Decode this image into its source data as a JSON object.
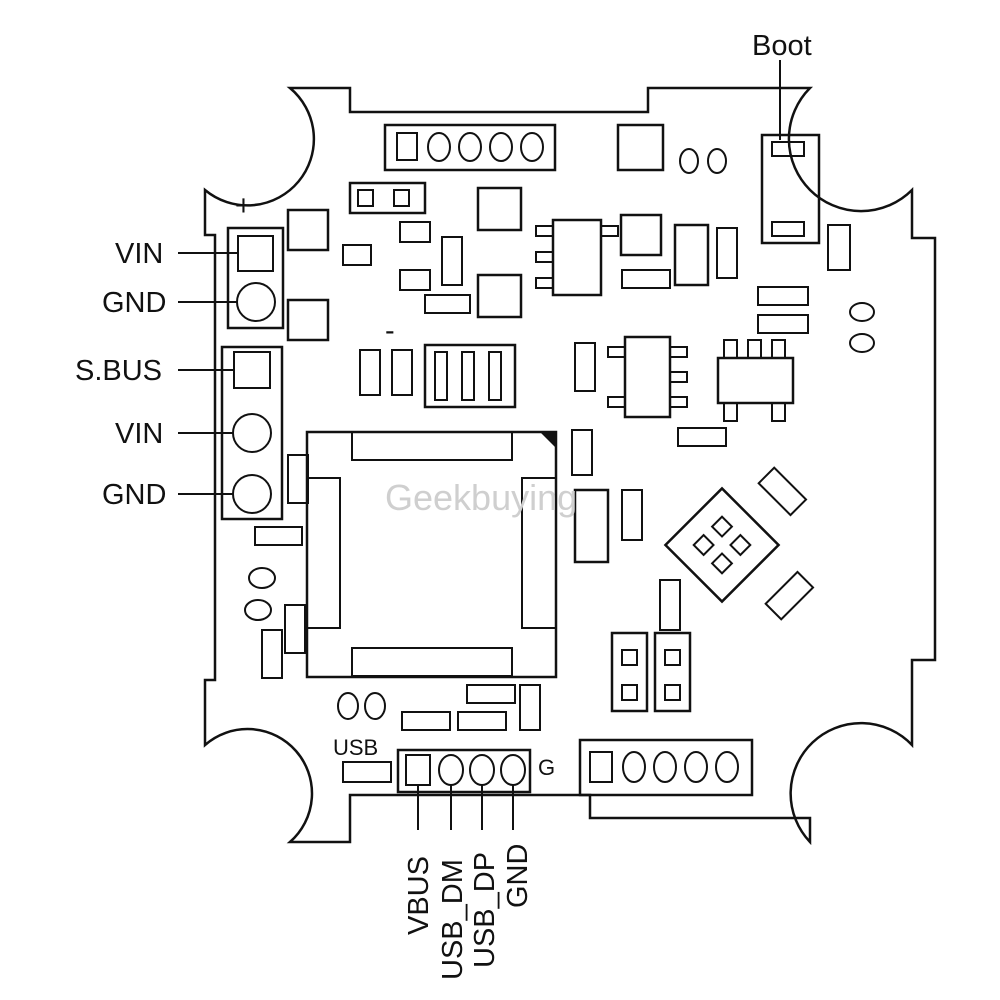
{
  "labels": {
    "boot": "Boot",
    "plus": "+",
    "minus": "-",
    "vin_power": "VIN",
    "gnd_power": "GND",
    "sbus": "S.BUS",
    "vin_rx": "VIN",
    "gnd_rx": "GND",
    "usb": "USB",
    "g": "G",
    "vbus": "VBUS",
    "usb_dm": "USB_DM",
    "usb_dp": "USB_DP",
    "gnd_usb": "GND"
  },
  "watermark": "Geekbuying",
  "colors": {
    "line": "#111111",
    "background": "#ffffff",
    "watermark": "#cfcfcf"
  }
}
